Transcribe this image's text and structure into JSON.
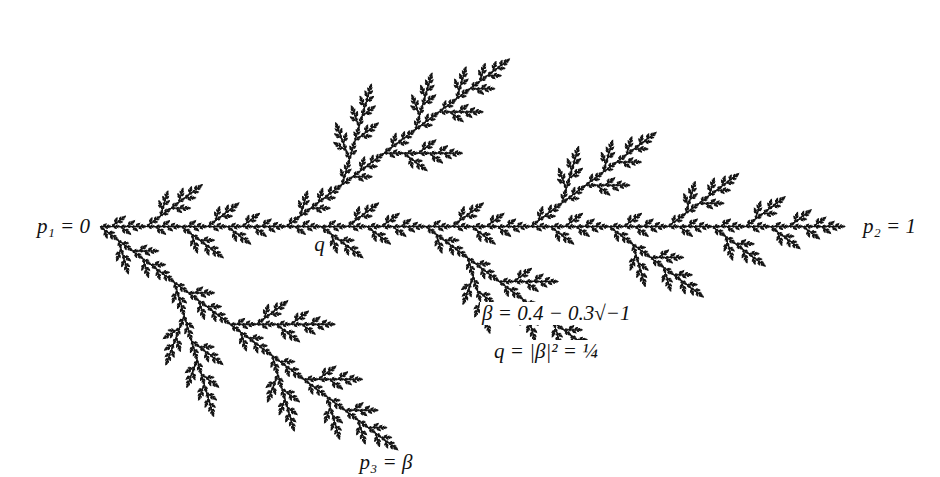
{
  "diagram": {
    "labels": [
      "p₁ = 0",
      "q",
      "p₂ = 1",
      "β = 0.4 − 0.3√−1",
      "q = |β|² = ¼",
      "p₃ = β"
    ]
  }
}
